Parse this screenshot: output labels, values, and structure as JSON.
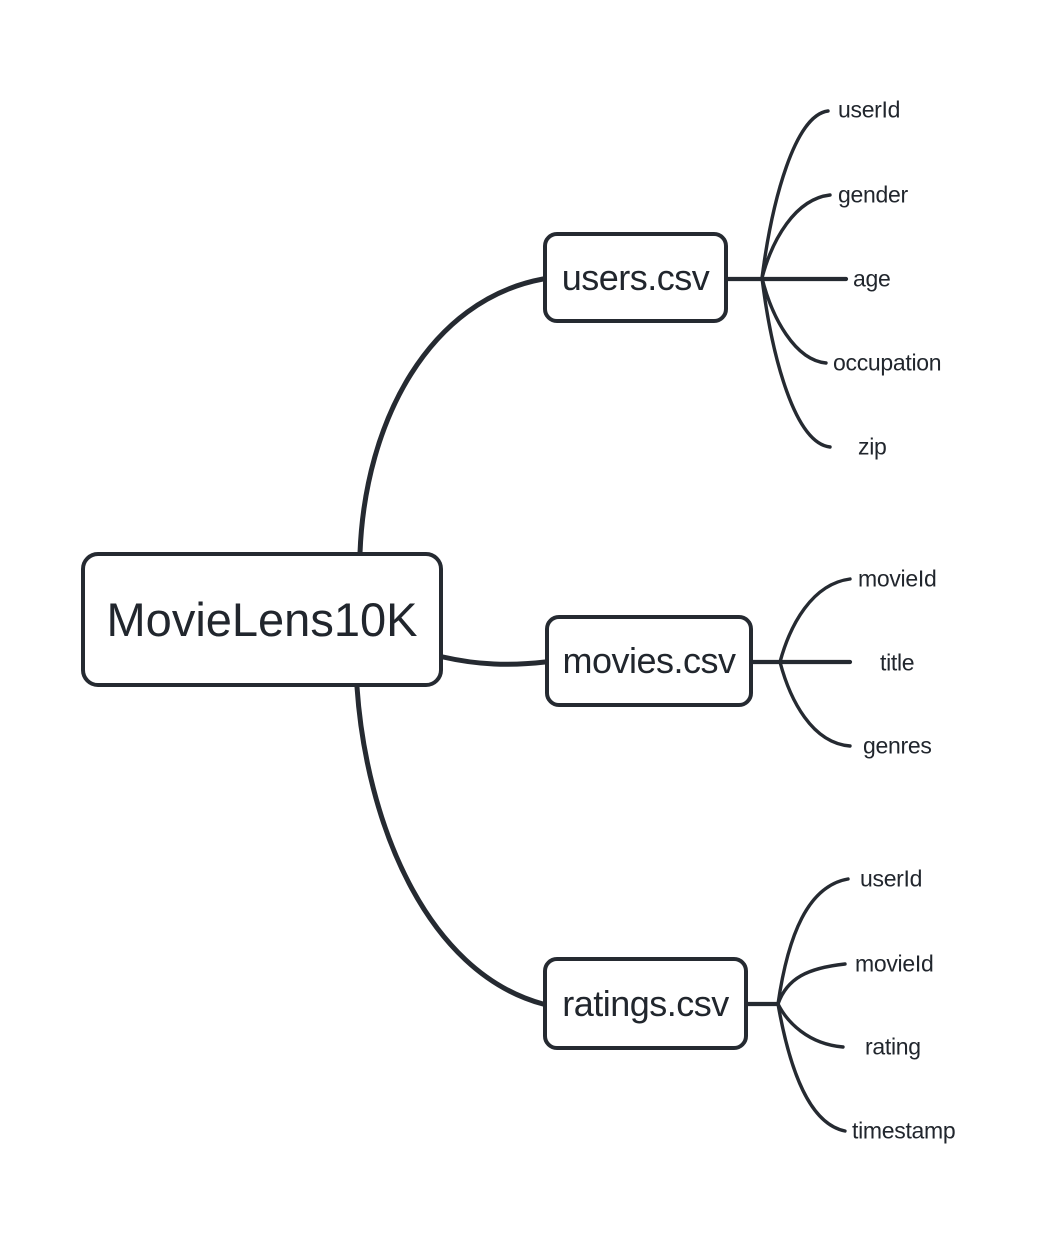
{
  "colors": {
    "stroke": "#252a31",
    "text": "#21262d",
    "node-bg": "#ffffff",
    "bg": "#ffffff"
  },
  "diagram": {
    "type": "mindmap",
    "root": {
      "label": "MovieLens10K"
    },
    "files": [
      {
        "label": "users.csv",
        "fields": [
          "userId",
          "gender",
          "age",
          "occupation",
          "zip"
        ]
      },
      {
        "label": "movies.csv",
        "fields": [
          "movieId",
          "title",
          "genres"
        ]
      },
      {
        "label": "ratings.csv",
        "fields": [
          "userId",
          "movieId",
          "rating",
          "timestamp"
        ]
      }
    ]
  }
}
